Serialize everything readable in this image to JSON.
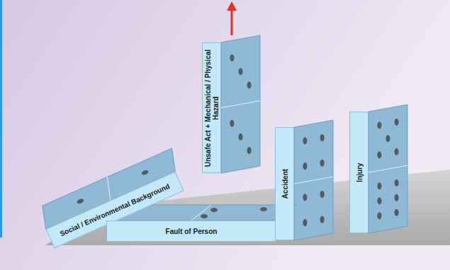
{
  "diagram": {
    "nodes": [
      {
        "text": [
          "Social / Environmental Background"
        ]
      },
      {
        "text": [
          "Fault of Person"
        ]
      },
      {
        "text": [
          "Unsafe Act + Mechanical / Physical Hazard"
        ]
      },
      {
        "text": [
          "Accident"
        ]
      },
      {
        "text": [
          "Injury"
        ]
      }
    ]
  }
}
